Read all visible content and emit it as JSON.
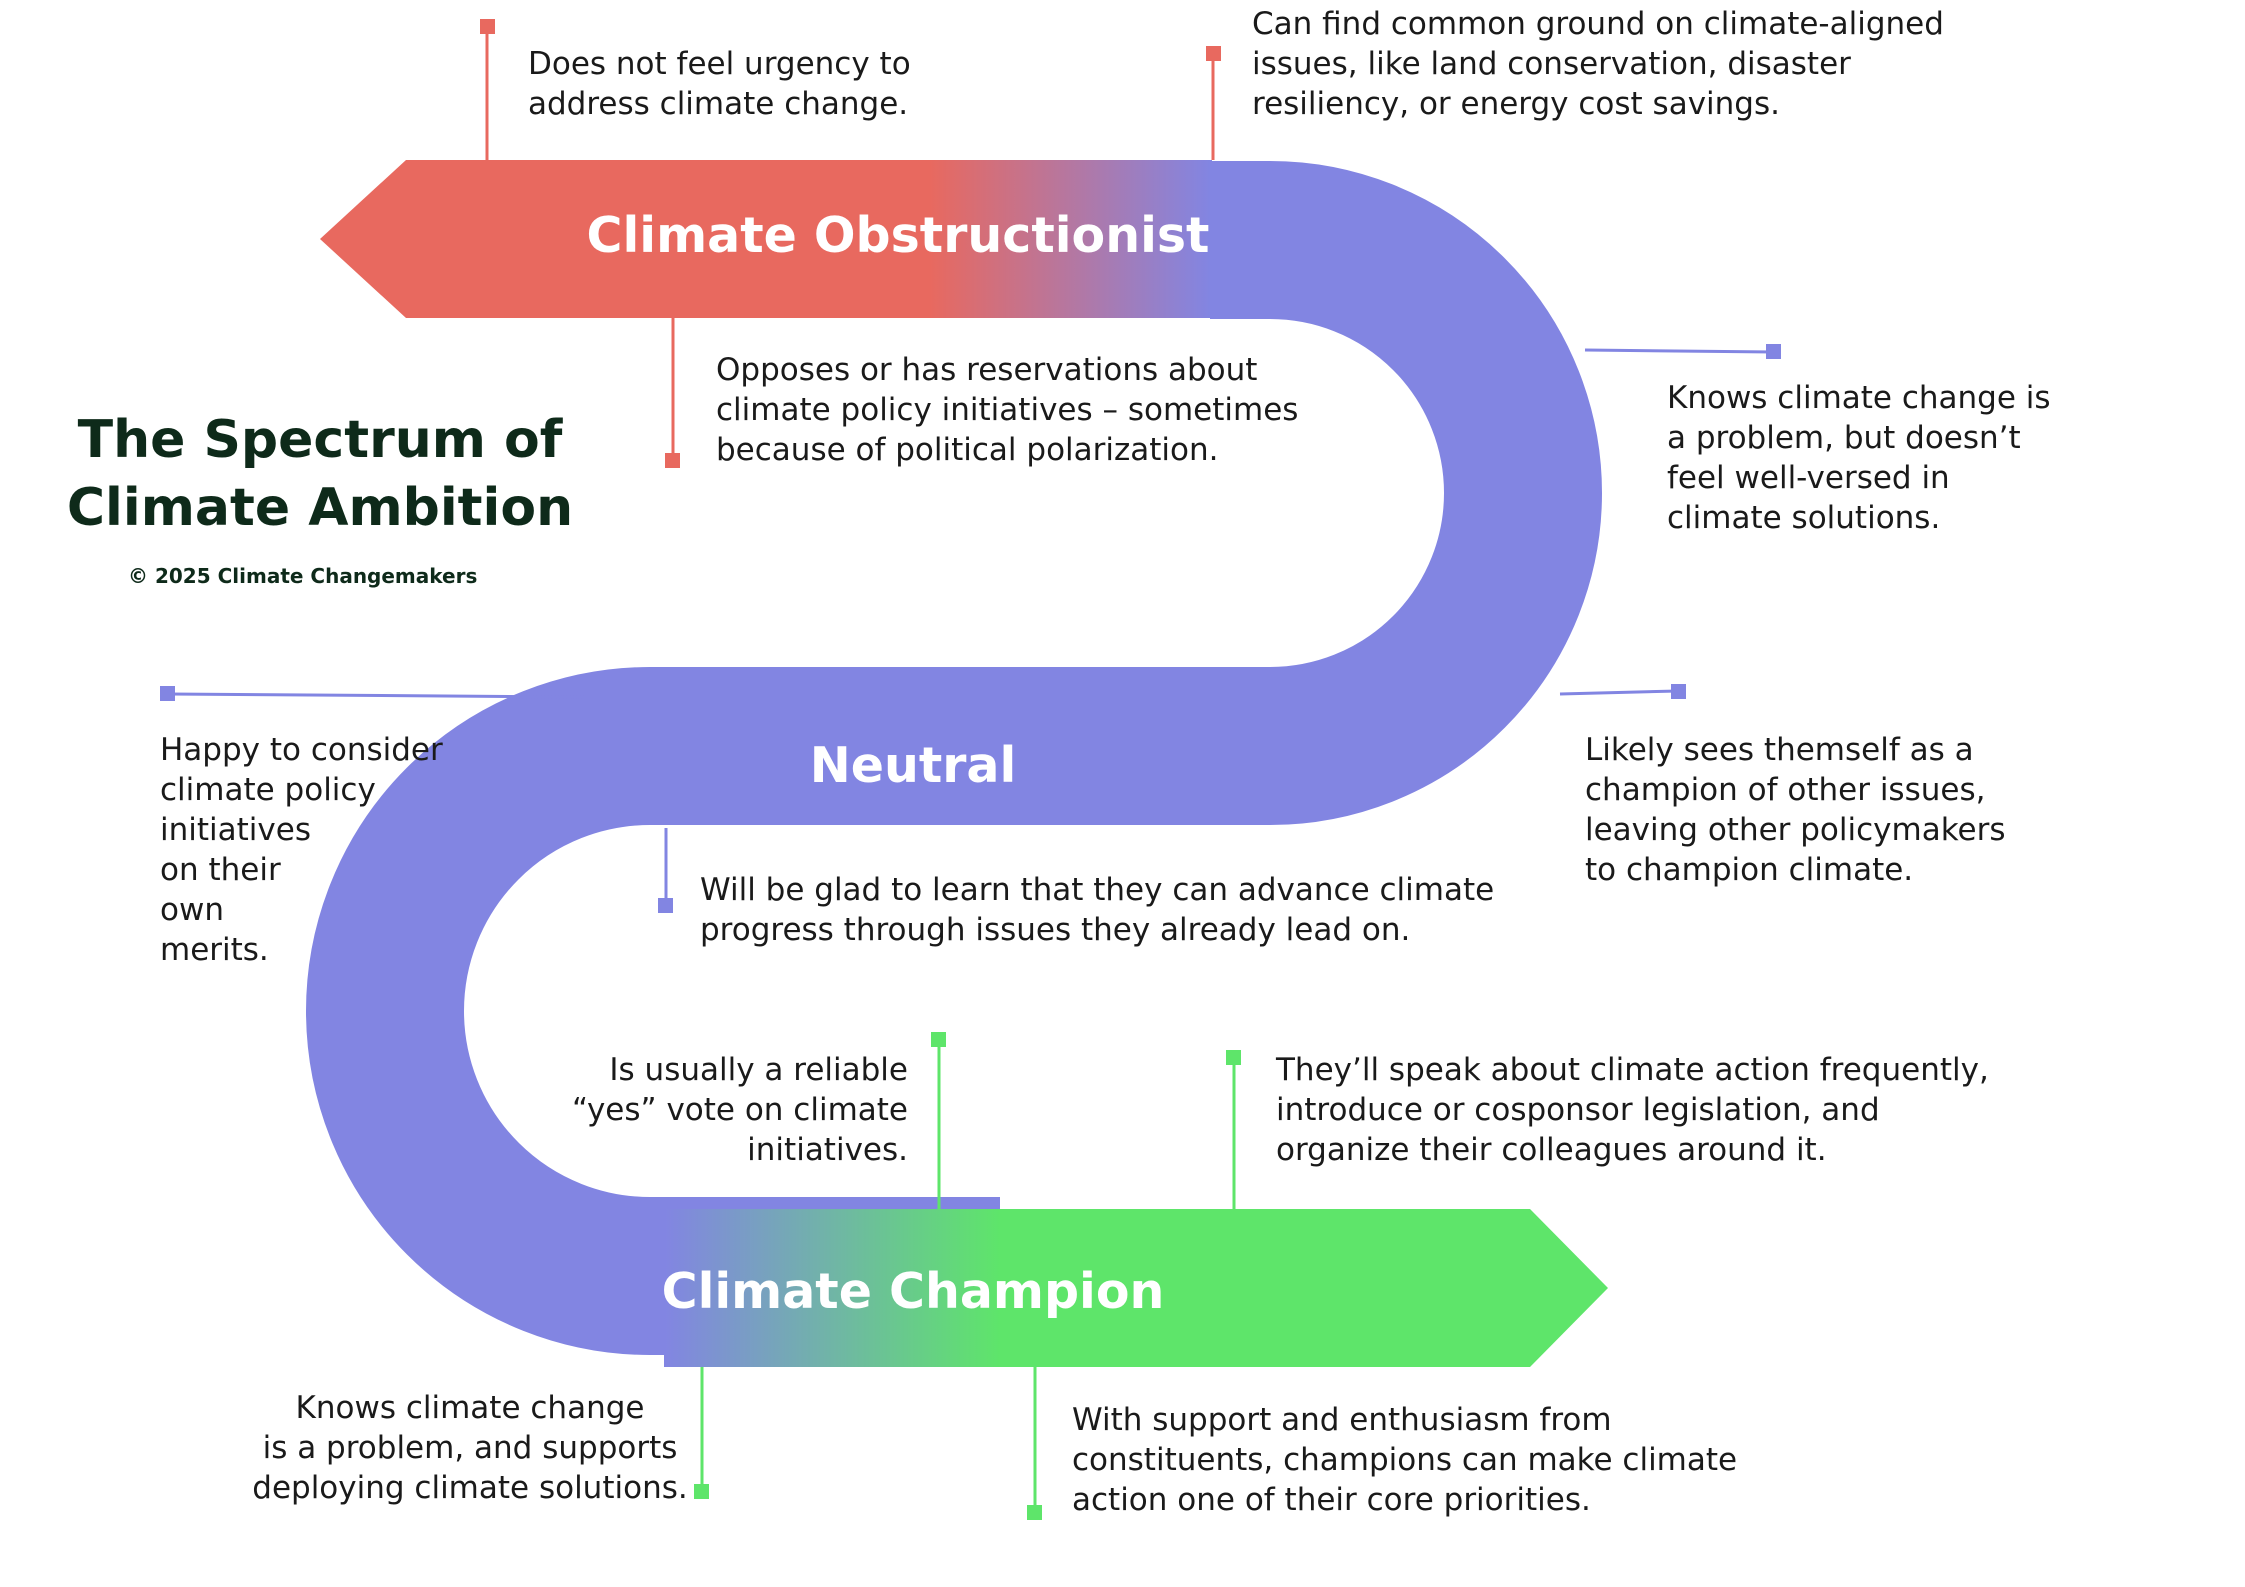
{
  "title": "The Spectrum of\nClimate Ambition",
  "copyright": "© 2025 Climate Changemakers",
  "colors": {
    "obstructionist": "#E8695F",
    "neutral": "#8285E2",
    "champion": "#5EE56A",
    "title": "#0E2A1A"
  },
  "stages": {
    "obstructionist": "Climate Obstructionist",
    "neutral": "Neutral",
    "champion": "Climate Champion"
  },
  "notes": {
    "obstructionist_urgency": "Does not feel urgency to\naddress climate change.",
    "obstructionist_common_ground": "Can find common ground on climate-aligned\nissues, like land conservation, disaster\nresiliency, or energy cost savings.",
    "obstructionist_opposes": "Opposes or has reservations about\nclimate policy initiatives – sometimes\nbecause of political polarization.",
    "neutral_knows_problem": "Knows climate change is\na problem, but doesn’t\nfeel well-versed in\nclimate solutions.",
    "neutral_other_issues": "Likely sees themself as a\nchampion of other issues,\nleaving other policymakers\nto champion climate.",
    "neutral_happy_consider": "Happy to consider\nclimate policy\ninitiatives\non their\nown\nmerits.",
    "neutral_glad_learn": "Will be glad to learn that they can advance climate\nprogress through issues they already lead on.",
    "champion_reliable_yes": "Is usually a reliable\n“yes” vote on climate\ninitiatives.",
    "champion_speak": "They’ll speak about climate action frequently,\nintroduce or cosponsor legislation, and\norganize their colleagues around it.",
    "champion_supports": "Knows climate change\nis a problem, and supports\ndeploying climate solutions.",
    "champion_support_enthusiasm": "With support and enthusiasm from\nconstituents, champions can make climate\naction one of their core priorities."
  }
}
